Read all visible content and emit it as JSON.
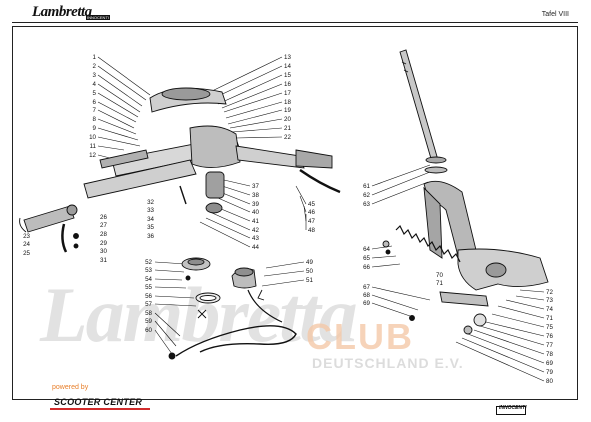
{
  "header": {
    "brand": "Lambretta",
    "brand_sub": "INNOCENTI",
    "plate": "Tafel VIII"
  },
  "watermark": {
    "main": "Lambretta",
    "club": "CLUB",
    "country": "DEUTSCHLAND E.V."
  },
  "footer": {
    "powered": "powered by",
    "sponsor": "SCOOTER CENTER",
    "mini_brand": "INNOCENTI"
  },
  "part_numbers": {
    "left_upper": [
      "1",
      "2",
      "3",
      "4",
      "5",
      "6",
      "7",
      "8",
      "9",
      "10",
      "11",
      "12"
    ],
    "right_upper": [
      "13",
      "14",
      "15",
      "16",
      "17",
      "18",
      "19",
      "20",
      "21",
      "22"
    ],
    "left_lower": [
      "23",
      "24",
      "25"
    ],
    "mid_lower": [
      "26",
      "27",
      "28",
      "29",
      "30",
      "31"
    ],
    "mid_column": [
      "32",
      "33",
      "34",
      "35",
      "36"
    ],
    "right_mid": [
      "37",
      "38",
      "39",
      "40",
      "41",
      "42",
      "43",
      "44"
    ],
    "far_right_mid": [
      "45",
      "46",
      "47",
      "48"
    ],
    "bottom_right": [
      "49",
      "50",
      "51"
    ],
    "bottom_left": [
      "52",
      "53",
      "54",
      "55",
      "56",
      "57",
      "58",
      "59",
      "60"
    ],
    "fork_left": [
      "61",
      "62",
      "63"
    ],
    "fork_mid": [
      "64",
      "65",
      "66"
    ],
    "fork_lower": [
      "67",
      "68",
      "69"
    ],
    "fork_top": [
      "70",
      "71"
    ],
    "fork_right": [
      "72",
      "73",
      "74",
      "71",
      "75",
      "76",
      "77",
      "78",
      "69",
      "79",
      "80"
    ]
  }
}
